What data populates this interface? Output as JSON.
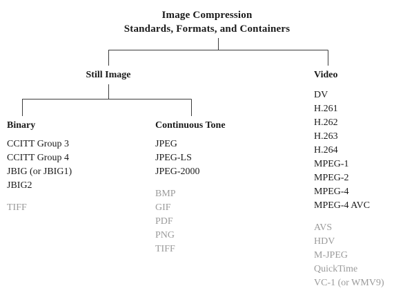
{
  "diagram": {
    "title_lines": [
      "Image Compression",
      "Standards, Formats, and Containers"
    ],
    "colors": {
      "primary_text": "#1a1a1a",
      "secondary_text": "#9a9a9a",
      "connector": "#3a3a3a",
      "background": "#ffffff"
    },
    "nodes": {
      "still_image": "Still Image",
      "video": "Video"
    },
    "columns": [
      {
        "id": "binary",
        "heading": "Binary",
        "groups": [
          {
            "style": "primary",
            "items": [
              "CCITT Group 3",
              "CCITT Group 4",
              "JBIG (or JBIG1)",
              "JBIG2"
            ]
          },
          {
            "style": "secondary",
            "items": [
              "TIFF"
            ]
          }
        ]
      },
      {
        "id": "continuous-tone",
        "heading": "Continuous Tone",
        "groups": [
          {
            "style": "primary",
            "items": [
              "JPEG",
              "JPEG-LS",
              "JPEG-2000"
            ]
          },
          {
            "style": "secondary",
            "items": [
              "BMP",
              "GIF",
              "PDF",
              "PNG",
              "TIFF"
            ]
          }
        ]
      },
      {
        "id": "video",
        "heading": "Video",
        "groups": [
          {
            "style": "primary",
            "items": [
              "DV",
              "H.261",
              "H.262",
              "H.263",
              "H.264",
              "MPEG-1",
              "MPEG-2",
              "MPEG-4",
              "MPEG-4 AVC"
            ]
          },
          {
            "style": "secondary",
            "items": [
              "AVS",
              "HDV",
              "M-JPEG",
              "QuickTime",
              "VC-1 (or WMV9)"
            ]
          }
        ]
      }
    ]
  }
}
